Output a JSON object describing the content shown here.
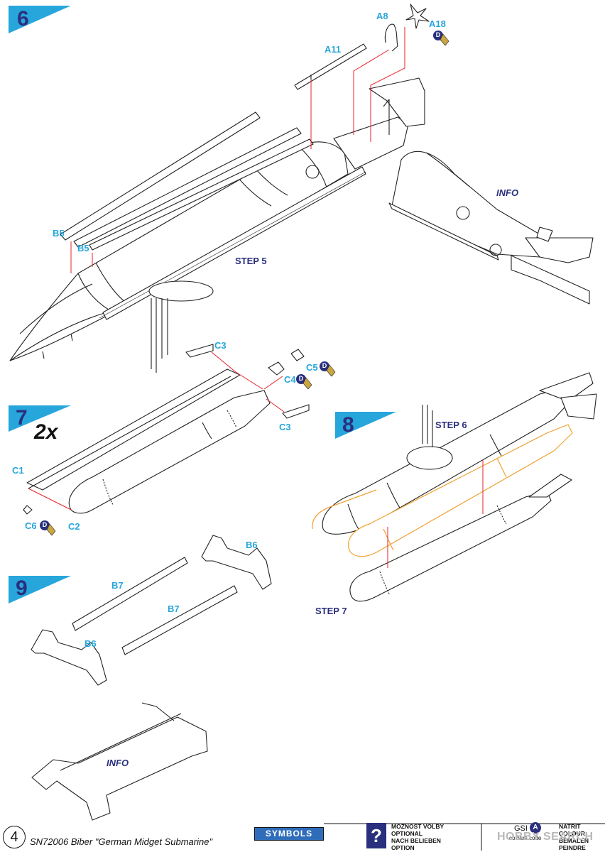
{
  "steps": [
    {
      "number": "6"
    },
    {
      "number": "7",
      "multiplier": "2x"
    },
    {
      "number": "8"
    },
    {
      "number": "9"
    }
  ],
  "parts": {
    "a8": "A8",
    "a18": "A18",
    "a11": "A11",
    "b5_left": "B5",
    "b5_right": "B5",
    "c3_top": "C3",
    "c3_bottom": "C3",
    "c5": "C5",
    "c4": "C4",
    "c1": "C1",
    "c2": "C2",
    "c6": "C6",
    "b6_top": "B6",
    "b6_left": "B6",
    "b7_top": "B7",
    "b7_mid": "B7"
  },
  "references": {
    "step5": "STEP 5",
    "step6": "STEP 6",
    "step7": "STEP 7",
    "info_top": "INFO",
    "info_bottom": "INFO"
  },
  "paint": {
    "code": "D",
    "badge_color": "#2a2f7e",
    "brush_color": "#c9a640"
  },
  "footer": {
    "page_number": "4",
    "title": "SN72006 Biber \"German Midget Submarine\"",
    "symbols_label": "SYMBOLS",
    "option_lines": [
      "MOŽNOST VOLBY",
      "OPTIONAL",
      "NACH BELIEBEN",
      "OPTION"
    ],
    "option_icon": "?",
    "colour_brand": "GSI",
    "colour_badge": "A",
    "colour_sub": "colours code",
    "colour_lines": [
      "NATŘÍT",
      "COLOUR",
      "BEMALEN",
      "PEINDRE"
    ],
    "watermark": "HOBBY SEARCH"
  },
  "colors": {
    "step_banner": "#27a6dc",
    "step_number": "#2a2f7e",
    "part_label": "#27a6dc",
    "guide_line": "#e8202a",
    "optional_part": "#f0a030",
    "symbols_bar": "#2f6dbb"
  }
}
